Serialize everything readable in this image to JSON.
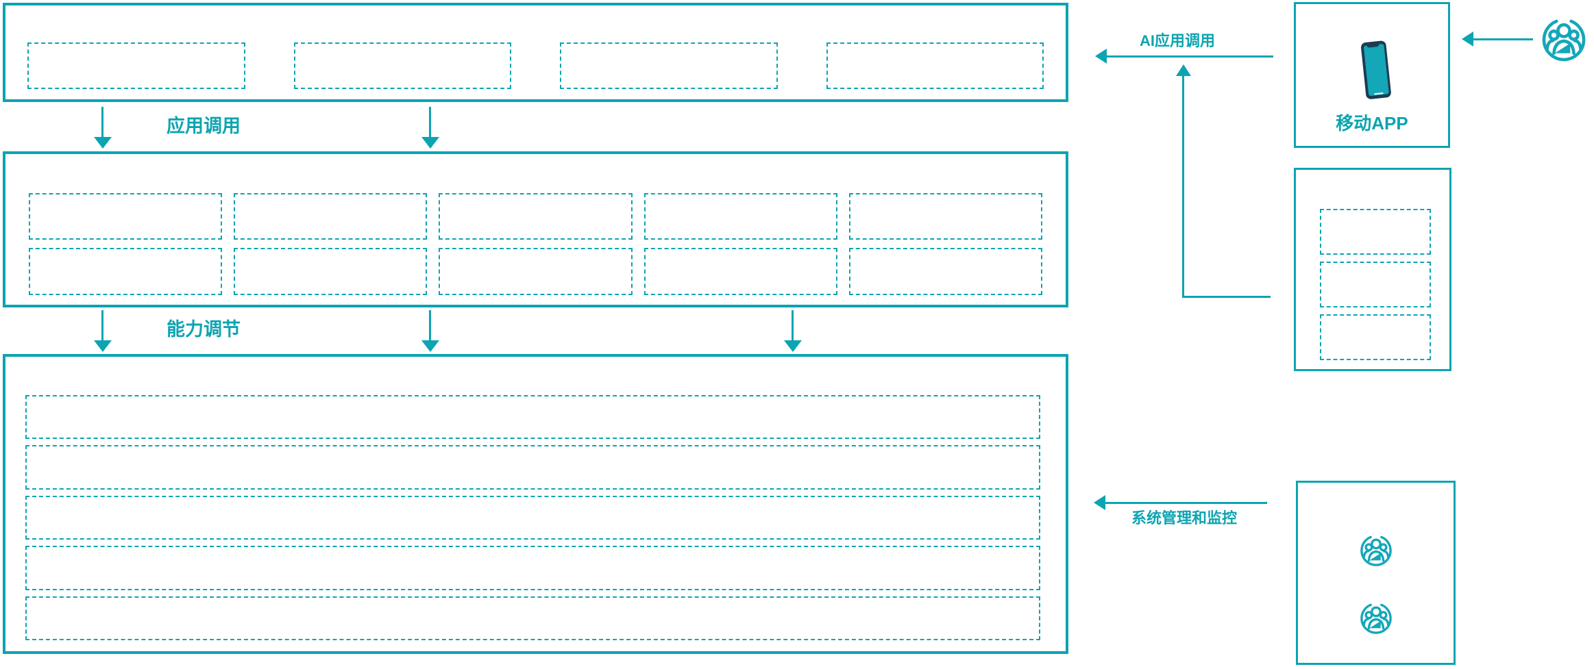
{
  "colors": {
    "teal": "#0ca4b1",
    "icon_teal": "#14a7b8",
    "phone_dark": "#1d3c52",
    "background": "#ffffff"
  },
  "flow_labels": {
    "app_call": "应用调用",
    "capability_adjust": "能力调节",
    "ai_app_call": "AI应用调用",
    "system_monitor": "系统管理和监控"
  },
  "top_layer": {
    "placeholders": 4
  },
  "middle_layer": {
    "rows": 2,
    "cols": 5
  },
  "bottom_layer": {
    "rows": 5
  },
  "mobile_app": {
    "label": "移动APP",
    "icon": "smartphone-icon"
  },
  "right_panel": {
    "placeholders": 3
  },
  "admin_panel": {
    "icons": [
      "user-group-icon",
      "user-group-icon"
    ]
  },
  "external_user": {
    "icon": "user-group-icon"
  }
}
